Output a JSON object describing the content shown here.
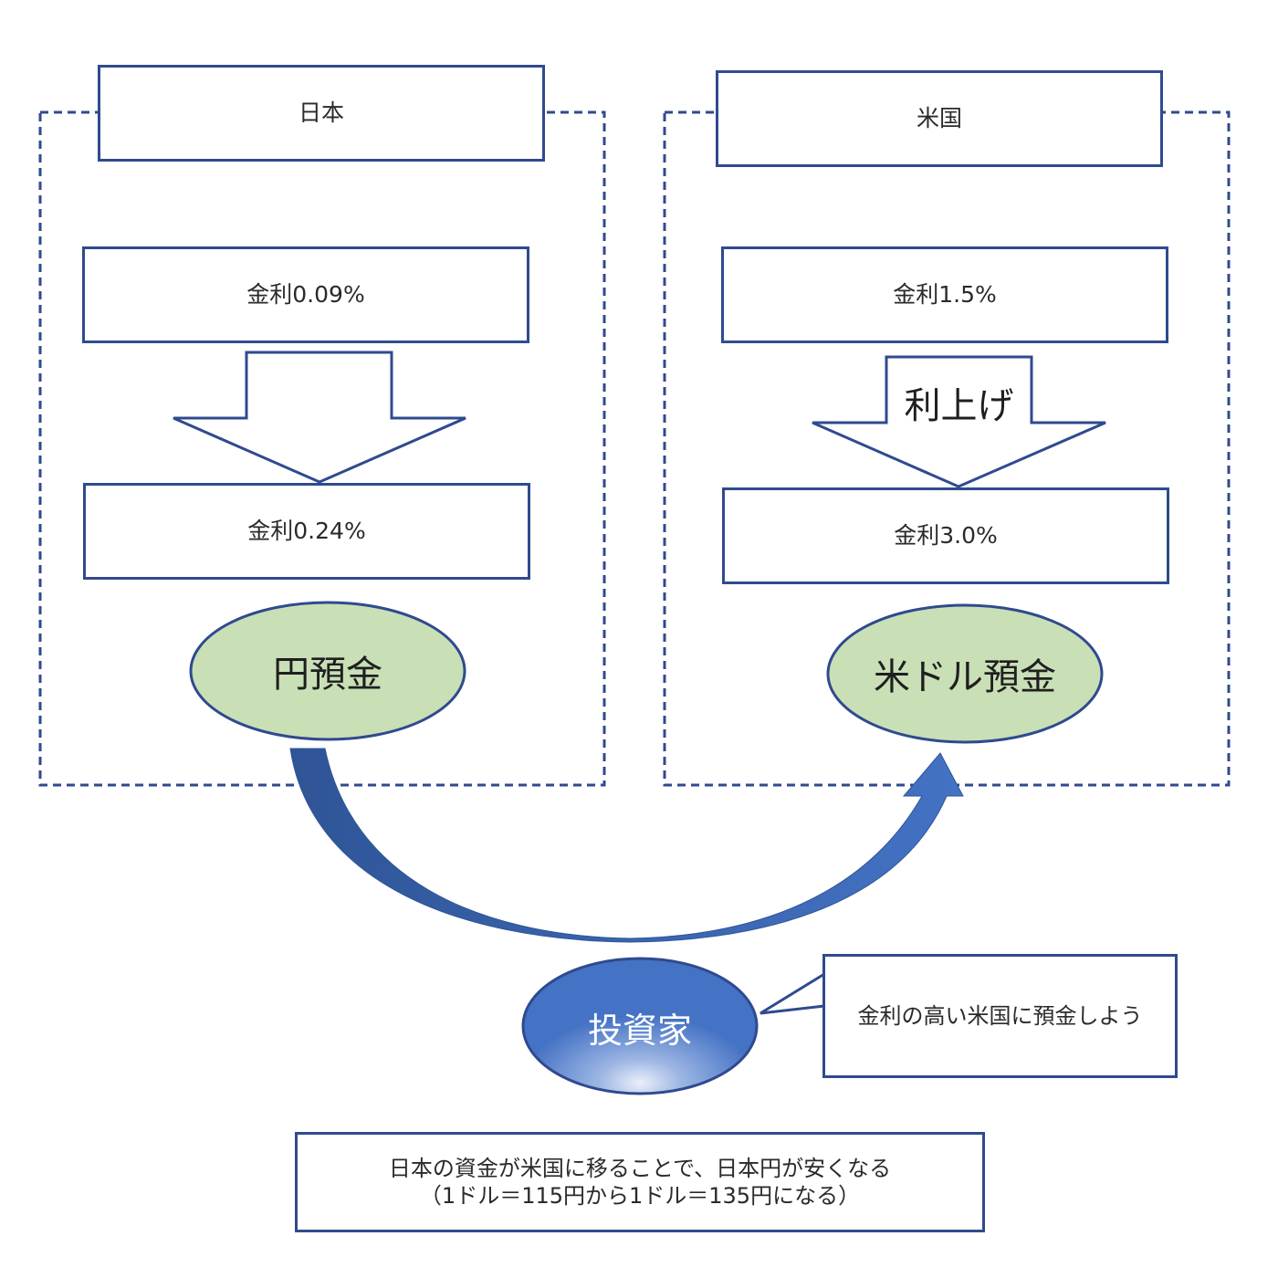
{
  "colors": {
    "outline": "#2F4A8F",
    "ellipse_green": "#C9DFB6",
    "investor_blue": "#4472C4",
    "curve_dark": "#2F5597",
    "curve_light": "#4472C4"
  },
  "japan": {
    "title": "日本",
    "rate_before": "金利0.09%",
    "rate_after": "金利0.24%",
    "deposit": "円預金"
  },
  "usa": {
    "title": "米国",
    "rate_before": "金利1.5%",
    "arrow_label": "利上げ",
    "rate_after": "金利3.0%",
    "deposit": "米ドル預金"
  },
  "investor": {
    "label": "投資家",
    "speech": "金利の高い米国に預金しよう"
  },
  "conclusion": {
    "line1": "日本の資金が米国に移ることで、日本円が安くなる",
    "line2": "（1ドル＝115円から1ドル＝135円になる）"
  }
}
